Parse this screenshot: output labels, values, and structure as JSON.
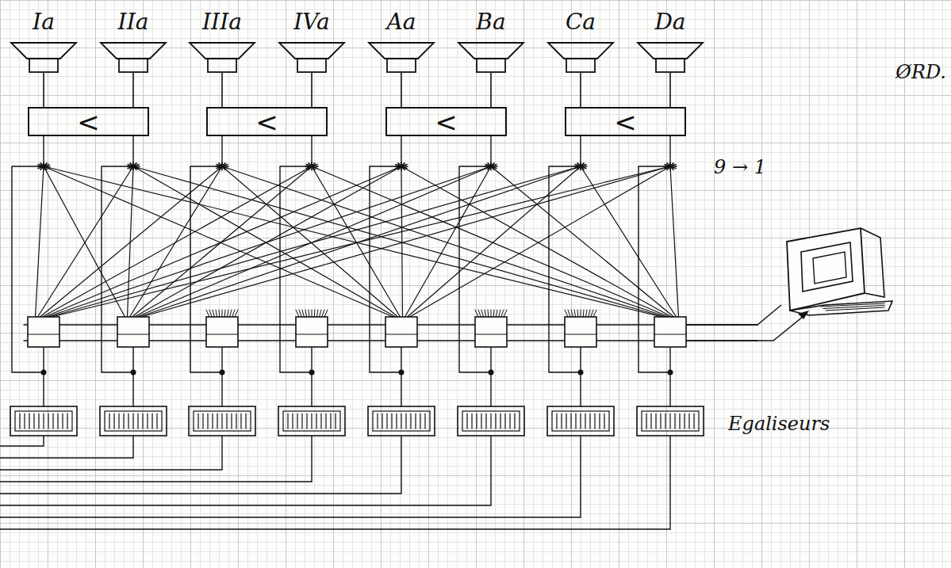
{
  "diagram": {
    "nodes": [
      {
        "text": [
          "Ia"
        ]
      },
      {
        "text": [
          "IIa"
        ]
      },
      {
        "text": [
          "IIIa"
        ]
      },
      {
        "text": [
          "IVa"
        ]
      },
      {
        "text": [
          "Aa"
        ]
      },
      {
        "text": [
          "Ba"
        ]
      },
      {
        "text": [
          "Ca"
        ]
      },
      {
        "text": [
          "Da"
        ]
      },
      {
        "text": [
          "<"
        ]
      },
      {
        "text": [
          "<"
        ]
      },
      {
        "text": [
          "<"
        ]
      },
      {
        "text": [
          "<"
        ]
      }
    ],
    "edges": [
      {
        "from": 8,
        "to": 0,
        "arrow": "none"
      },
      {
        "from": 8,
        "to": 1,
        "arrow": "none"
      },
      {
        "from": 9,
        "to": 2,
        "arrow": "none"
      },
      {
        "from": 9,
        "to": 3,
        "arrow": "none"
      },
      {
        "from": 10,
        "to": 4,
        "arrow": "none"
      },
      {
        "from": 10,
        "to": 5,
        "arrow": "none"
      },
      {
        "from": 11,
        "to": 6,
        "arrow": "none"
      },
      {
        "from": 11,
        "to": 7,
        "arrow": "none"
      }
    ],
    "labels": [
      "9 → 1",
      "ØRD.",
      "Egaliseurs"
    ]
  }
}
